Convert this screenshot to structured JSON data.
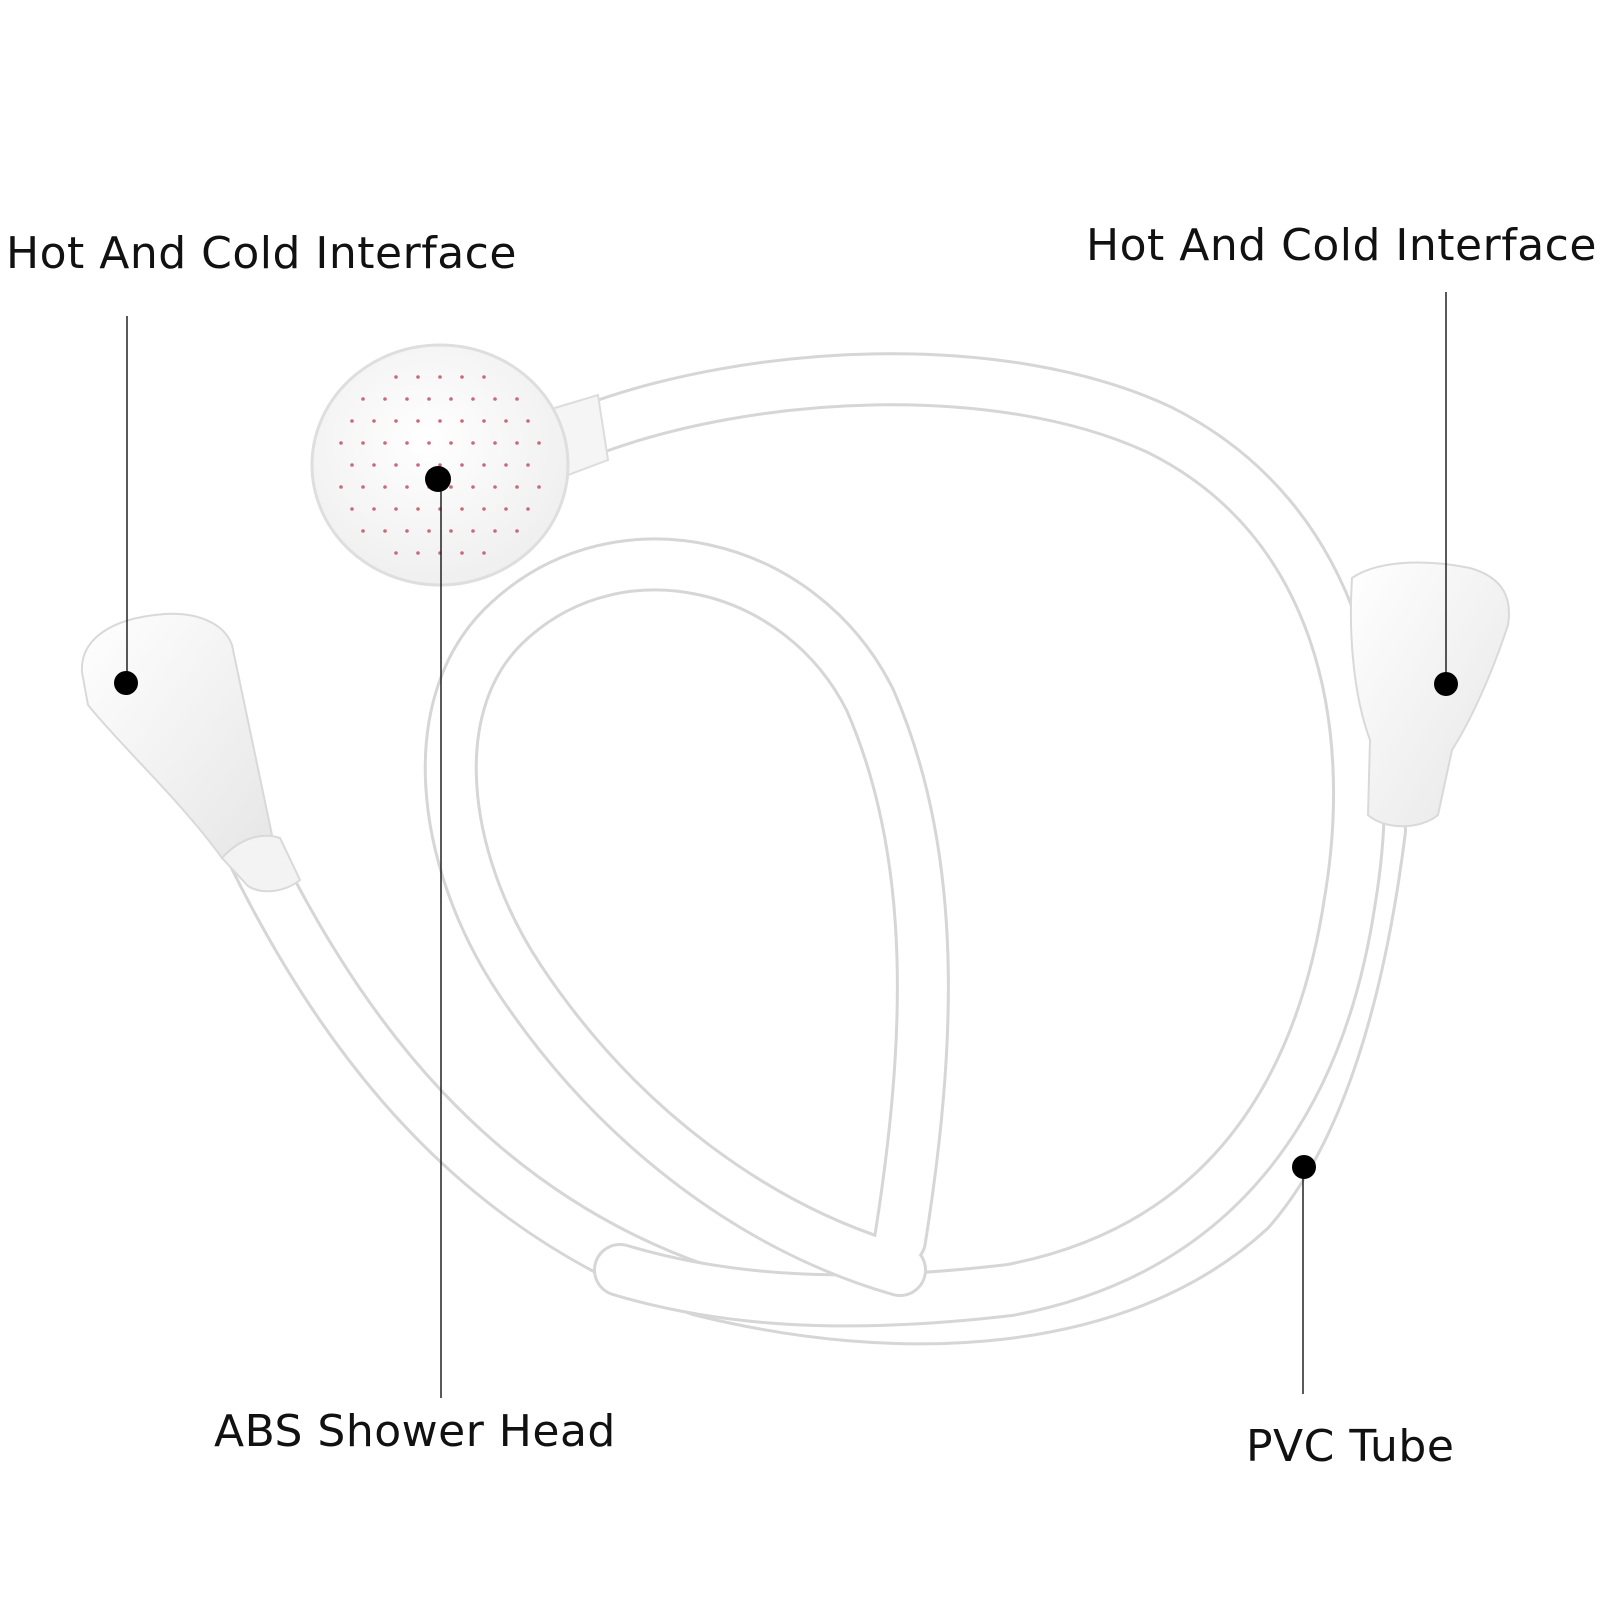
{
  "callouts": {
    "left_interface": "Hot And Cold Interface",
    "right_interface": "Hot And Cold Interface",
    "shower_head": "ABS Shower Head",
    "tube": "PVC Tube"
  },
  "colors": {
    "background": "#ffffff",
    "hose": "#ffffff",
    "hose_shadow": "#d6d6d6",
    "label_text": "#111111",
    "marker": "#000000",
    "nozzle_holes": "#c86a78"
  }
}
